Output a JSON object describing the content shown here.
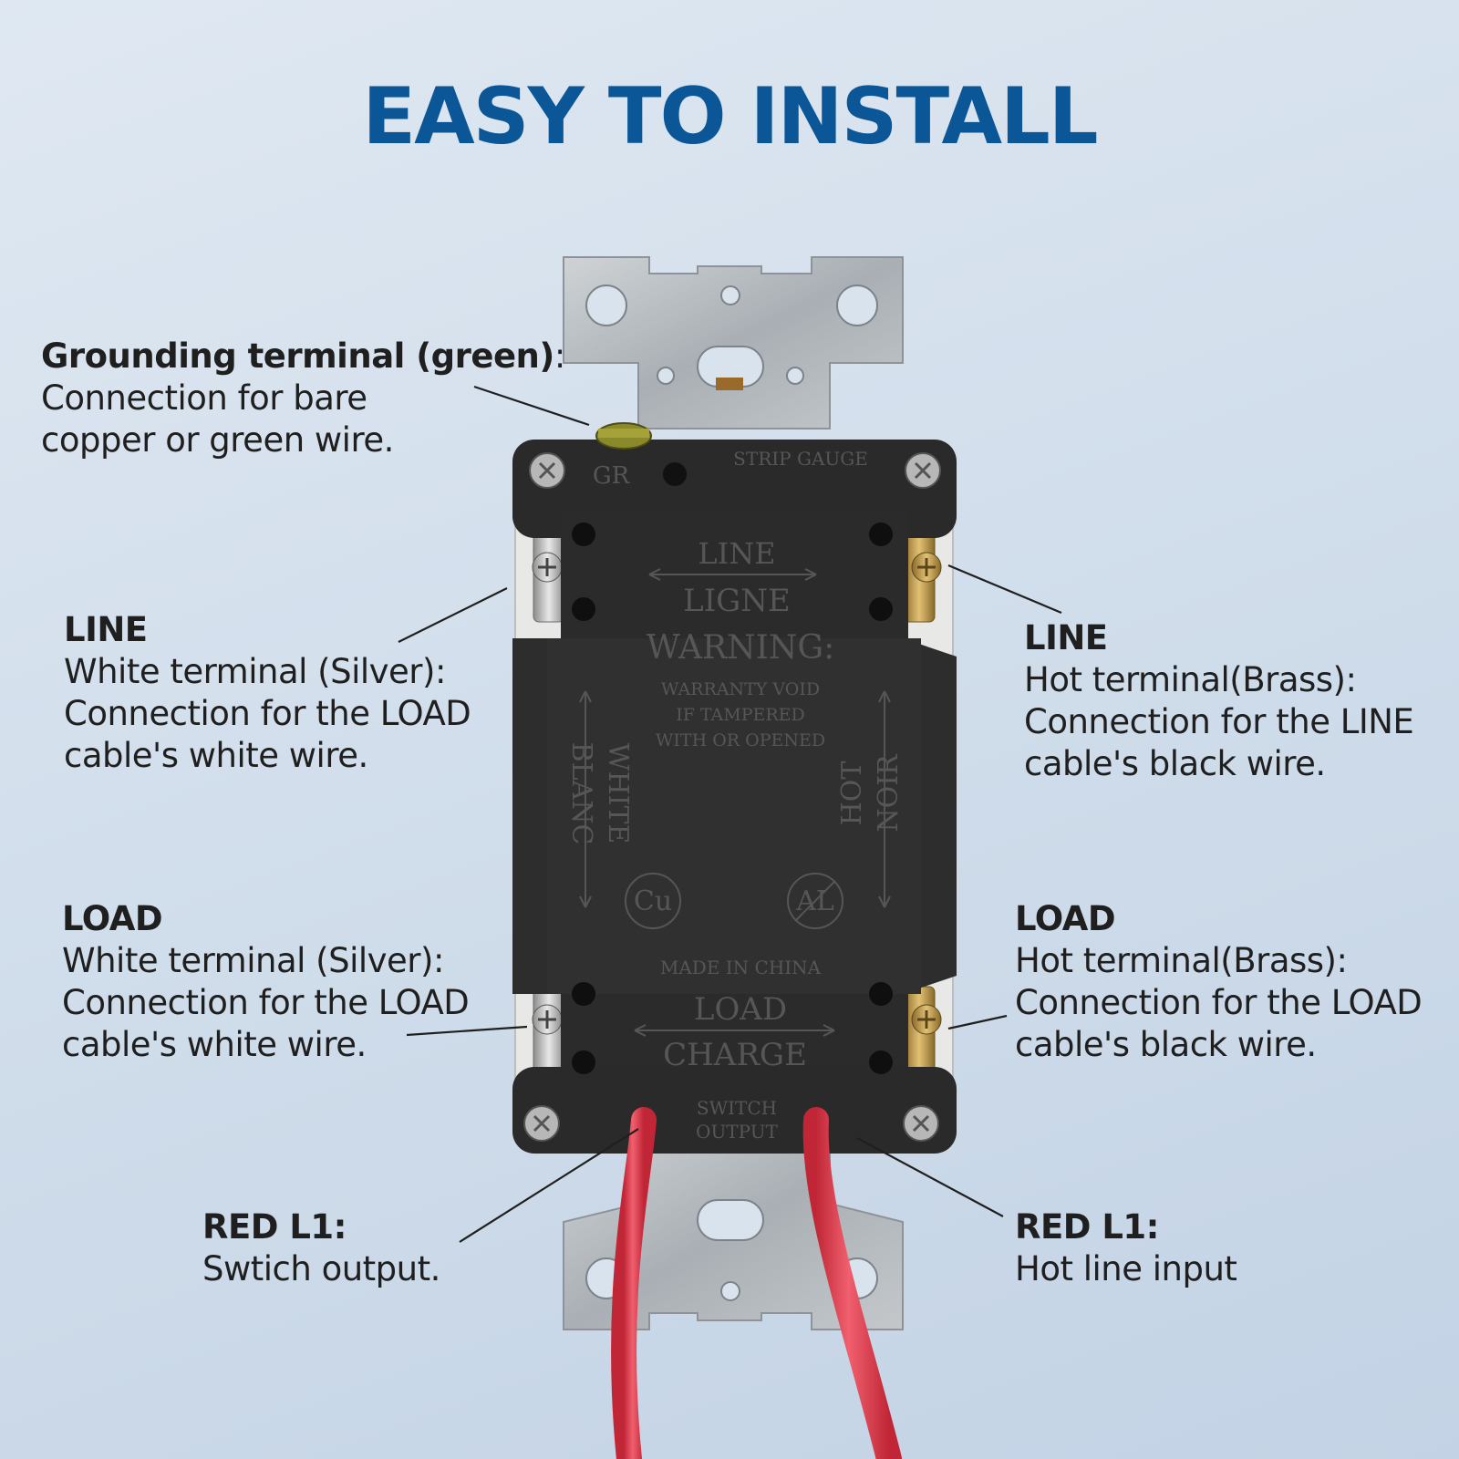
{
  "title": "EASY TO INSTALL",
  "callouts": {
    "ground": {
      "head": "Grounding terminal (green)",
      "colon": ":",
      "lines": [
        "Connection for bare",
        "copper or green wire."
      ]
    },
    "line_left": {
      "head": "LINE",
      "lines": [
        "White terminal (Silver):",
        "Connection for the LOAD",
        "cable's white wire."
      ]
    },
    "line_right": {
      "head": "LINE",
      "lines": [
        "Hot terminal(Brass):",
        "Connection for the LINE",
        "cable's black wire."
      ]
    },
    "load_left": {
      "head": "LOAD",
      "lines": [
        "White terminal (Silver):",
        "Connection for the LOAD",
        "cable's white wire."
      ]
    },
    "load_right": {
      "head": "LOAD",
      "lines": [
        "Hot terminal(Brass):",
        "Connection for the LOAD",
        "cable's black wire."
      ]
    },
    "red_left": {
      "head": "RED L1:",
      "lines": [
        "Swtich output."
      ]
    },
    "red_right": {
      "head": "RED L1:",
      "lines": [
        "Hot line input"
      ]
    }
  },
  "device_markings": {
    "gr": "GR",
    "strip_gauge": "STRIP GAUGE",
    "line": "LINE",
    "ligne": "LIGNE",
    "warning": "WARNING:",
    "warranty_1": "WARRANTY VOID",
    "warranty_2": "IF TAMPERED",
    "warranty_3": "WITH OR OPENED",
    "white": "WHITE",
    "blanc": "BLANC",
    "hot": "HOT",
    "noir": "NOIR",
    "cu": "Cu",
    "al": "AL",
    "made_in": "MADE IN CHINA",
    "load": "LOAD",
    "charge": "CHARGE",
    "switch": "SWITCH",
    "output": "OUTPUT"
  },
  "colors": {
    "title": "#0a5696",
    "body": "#2a2a2a",
    "strap": "#b9bec2",
    "wire": "#e23a4b",
    "brass": "#c9a24a"
  }
}
